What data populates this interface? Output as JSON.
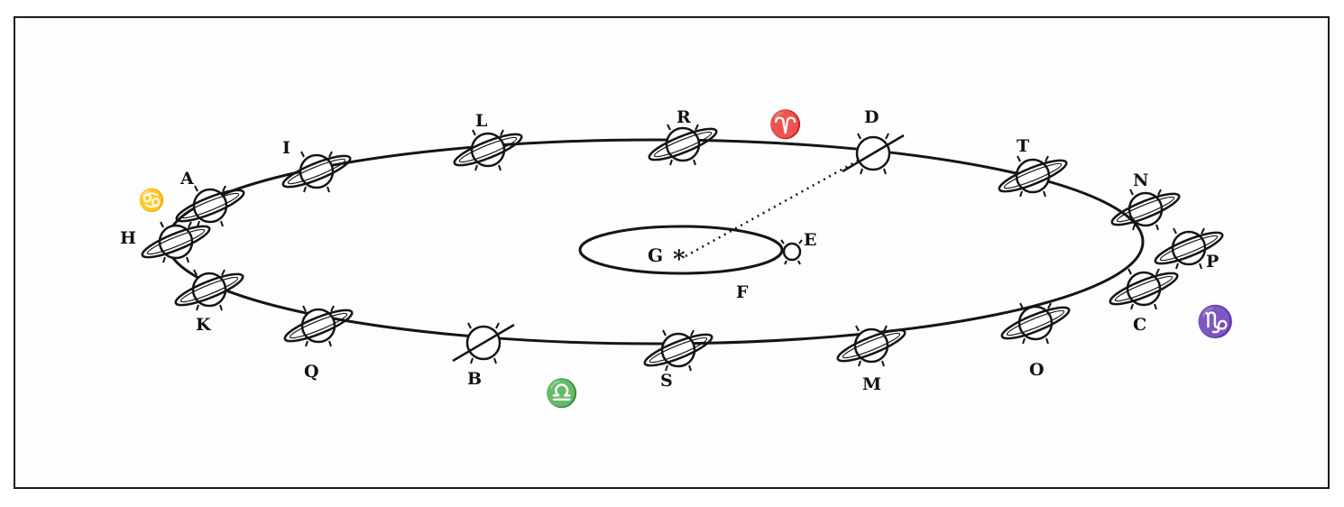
{
  "diagram": {
    "ink_color": "#151515",
    "center": {
      "label": "G",
      "star": "*"
    },
    "inner_points": [
      {
        "id": "E",
        "label": "E"
      },
      {
        "id": "F",
        "label": "F"
      }
    ],
    "positions": [
      {
        "id": "L",
        "label": "L",
        "ring": "ringed-planet-icon"
      },
      {
        "id": "R",
        "label": "R",
        "ring": "ringed-planet-icon"
      },
      {
        "id": "D",
        "label": "D",
        "ring": "planet-line-icon"
      },
      {
        "id": "T",
        "label": "T",
        "ring": "ringed-planet-icon"
      },
      {
        "id": "N",
        "label": "N",
        "ring": "ringed-planet-icon"
      },
      {
        "id": "P",
        "label": "P",
        "ring": "ringed-planet-icon"
      },
      {
        "id": "C",
        "label": "C",
        "ring": "ringed-planet-icon"
      },
      {
        "id": "O",
        "label": "O",
        "ring": "ringed-planet-icon"
      },
      {
        "id": "M",
        "label": "M",
        "ring": "ringed-planet-icon"
      },
      {
        "id": "S",
        "label": "S",
        "ring": "ringed-planet-icon"
      },
      {
        "id": "B",
        "label": "B",
        "ring": "planet-line-icon"
      },
      {
        "id": "Q",
        "label": "Q",
        "ring": "ringed-planet-icon"
      },
      {
        "id": "K",
        "label": "K",
        "ring": "ringed-planet-icon"
      },
      {
        "id": "H",
        "label": "H",
        "ring": "ringed-planet-icon"
      },
      {
        "id": "A",
        "label": "A",
        "ring": "ringed-planet-icon"
      },
      {
        "id": "I",
        "label": "I",
        "ring": "ringed-planet-icon"
      }
    ],
    "zodiac": [
      {
        "id": "aries",
        "symbol": "♈",
        "icon": "aries-sign-icon"
      },
      {
        "id": "libra",
        "symbol": "♎",
        "icon": "libra-sign-icon"
      },
      {
        "id": "cancer",
        "symbol": "♋",
        "icon": "cancer-sign-icon"
      },
      {
        "id": "capricorn",
        "symbol": "♑",
        "icon": "capricorn-sign-icon"
      }
    ]
  }
}
